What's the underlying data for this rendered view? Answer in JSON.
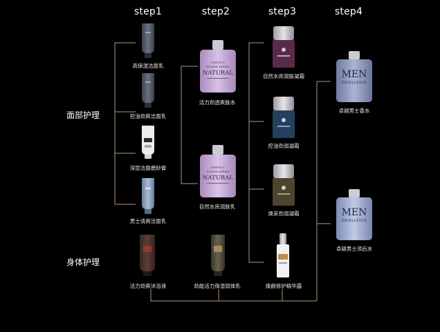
{
  "steps": [
    "step1",
    "step2",
    "step3",
    "step4"
  ],
  "categories": {
    "face": "面部护理",
    "body": "身体护理"
  },
  "products": {
    "p1": "高保湿洁面乳",
    "p2": "控油劲爽洁面乳",
    "p3": "深层洁面磨砂膏",
    "p4": "男士清爽洁面乳",
    "p5": "活力劲爽沐浴液",
    "p6": "活力劲透爽肤水",
    "p7": "自然水库润肤乳",
    "p8": "劲能活力保湿润体乳",
    "p9": "自然水库润肤凝霜",
    "p10": "控油劲润凝霜",
    "p11": "焕采劲润凝霜",
    "p12": "焕颜修护精华露",
    "p13": "卓越男士香水",
    "p14": "卓越男士须后水"
  },
  "labels": {
    "natural_top": "PERFECT\nPOWER SERIES",
    "natural": "NATURAL",
    "men": "MEN",
    "excellence": "EXCELLENCE"
  },
  "colors": {
    "background": "#000000",
    "connector": "#b09a80",
    "lavender_bottle": "#c7a9d8",
    "men_bottle": "#8e9bc0",
    "jar_purple": "#5a2a4a",
    "jar_blue": "#24405e",
    "jar_olive": "#4a452c"
  }
}
